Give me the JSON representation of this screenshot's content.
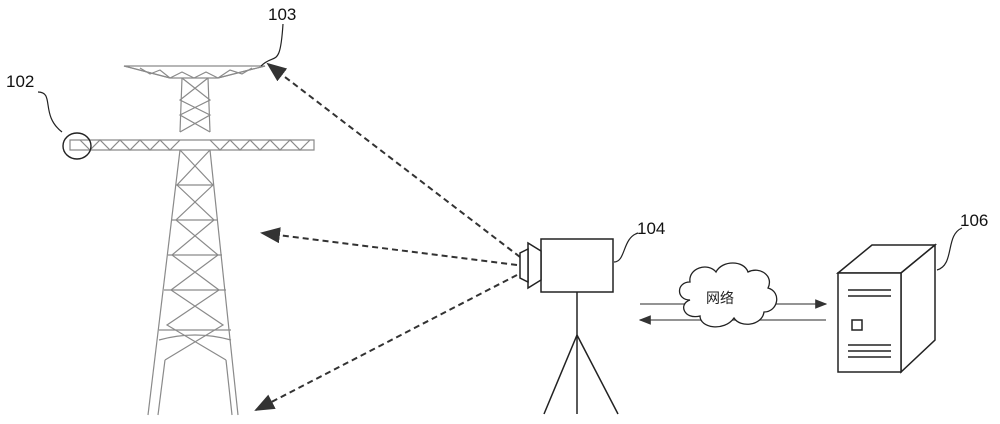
{
  "labels": {
    "insulator": "102",
    "crossarm_top": "103",
    "camera": "104",
    "server": "106"
  },
  "network": {
    "label": "网络"
  },
  "colors": {
    "tower": "#8a8a8a",
    "line": "#222222",
    "dashed": "#333333"
  },
  "icons": {
    "tower": "transmission-tower-icon",
    "camera": "video-camera-icon",
    "tripod": "tripod-icon",
    "cloud": "network-cloud-icon",
    "server": "server-icon"
  }
}
